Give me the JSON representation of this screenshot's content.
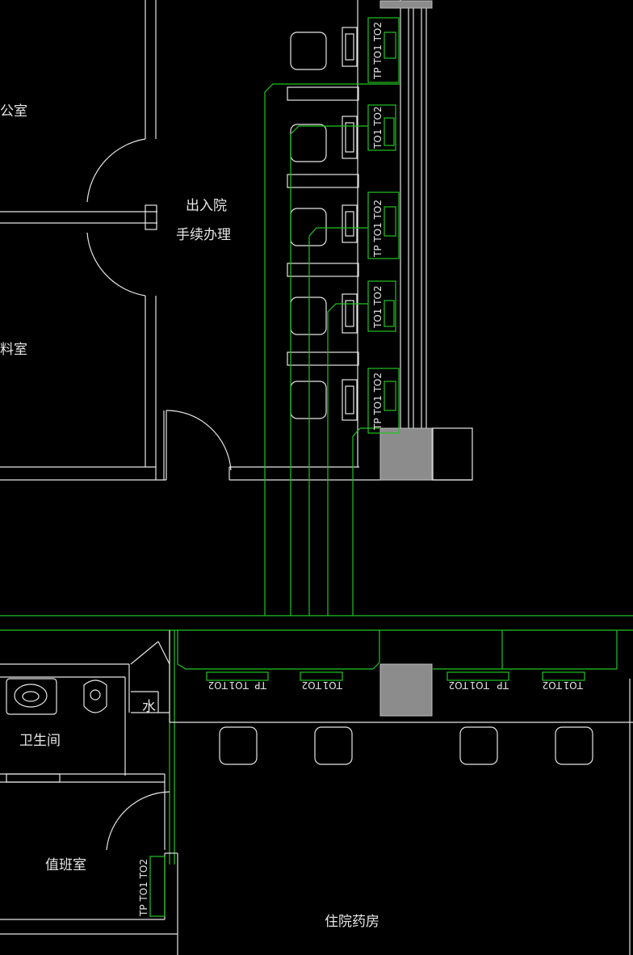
{
  "rooms": {
    "office_partial": "公室",
    "admission": "出入院",
    "procedures": "手续办理",
    "storage_partial": "料室",
    "restroom": "卫生间",
    "water": "水",
    "duty_room": "值班室",
    "inpatient_pharmacy": "住院药房"
  },
  "outlet_labels": {
    "tp": "TP",
    "to1": "TO1",
    "to2": "TO2",
    "vertical_to1to2": "TO1 TO2",
    "vertical_tp_to1to2": "TP TO1 TO2"
  },
  "colors": {
    "walls": "#e6e6e6",
    "cabling": "#22c322",
    "equipment": "#8c8c8c",
    "background": "#000000"
  }
}
